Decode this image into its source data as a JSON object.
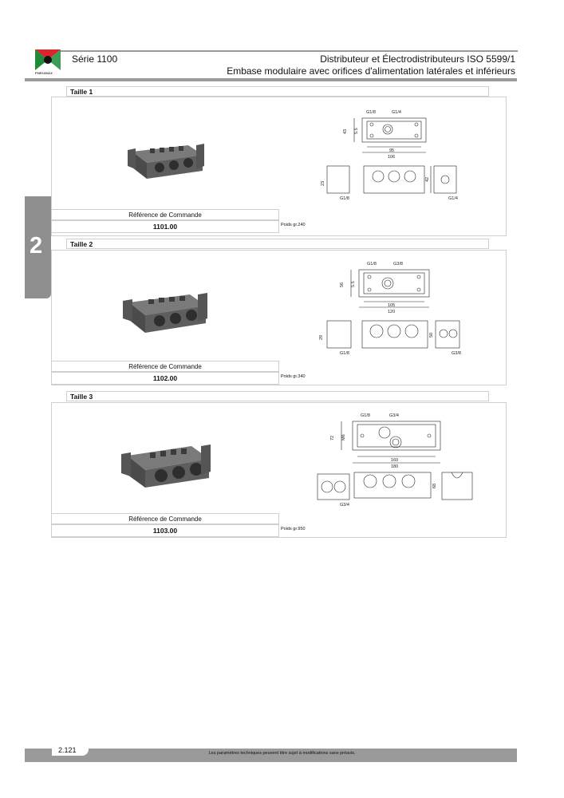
{
  "header": {
    "series": "Série 1100",
    "title_line1": "Distributeur et Électrodistributeurs ISO 5599/1",
    "title_line2": "Embase modulaire avec orifices d'alimentation latérales et inférieurs",
    "brand": "PNEUMAX",
    "brand_colors": {
      "green": "#1f8a3a",
      "red": "#d8262c",
      "black": "#111111"
    }
  },
  "side_tab": {
    "chapter": "2"
  },
  "sizes": [
    {
      "title": "Taille 1",
      "ref_label": "Référence de Commande",
      "ref_code": "1101.00",
      "weight": "Poids gr.240",
      "dims": {
        "top_left": "G1/8",
        "top_right": "G1/4",
        "height": "43",
        "inner": "5.5",
        "w1": "95",
        "w2": "106",
        "side_h": "23",
        "front_h": "42",
        "bottom_left": "G1/8",
        "bottom_right": "G1/4"
      }
    },
    {
      "title": "Taille 2",
      "ref_label": "Référence de Commande",
      "ref_code": "1102.00",
      "weight": "Poids gr.340",
      "dims": {
        "top_left": "G1/8",
        "top_right": "G3/8",
        "height": "56",
        "inner": "5.5",
        "w1": "105",
        "w2": "120",
        "side_h": "29",
        "front_h": "50",
        "bottom_left": "G1/8",
        "bottom_right": "G3/8"
      }
    },
    {
      "title": "Taille 3",
      "ref_label": "Référence de Commande",
      "ref_code": "1103.00",
      "weight": "Poids gr.950",
      "dims": {
        "top_left": "G1/8",
        "top_right": "G3/4",
        "height": "72",
        "inner": "M6",
        "w1": "160",
        "w2": "180",
        "front_h": "68",
        "bottom_left": "G3/4"
      }
    }
  ],
  "footer": {
    "page": "2.121",
    "note": "Les paramètres techniques peuvent être sujet à modifications sans préavis."
  }
}
